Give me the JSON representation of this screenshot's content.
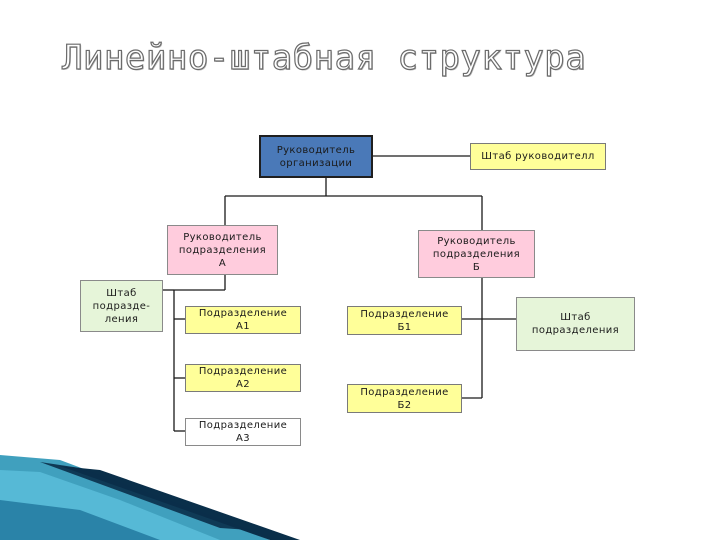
{
  "title": "Линейно-штабная структура",
  "nodes": {
    "org_head": "Руководитель\nорганизации",
    "head_staff": "Штаб руководителл",
    "div_head_a": "Руководитель\nподразделения\nА",
    "div_head_b": "Руководитель\nподразделения\nБ",
    "div_staff_left": "Штаб\nподразде-\nления",
    "div_staff_right": "Штаб\nподразделения",
    "unit_a1": "Подразделение\nА1",
    "unit_a2": "Подразделение\nА2",
    "unit_a3": "Подразделение\nА3",
    "unit_b1": "Подразделение\nБ1",
    "unit_b2": "Подразделение\nБ2"
  },
  "colors": {
    "org_head": "#4a79b8",
    "unit": "#ffff99",
    "div_head": "#ffccdd",
    "staff_green": "#e6f5d9",
    "decor_teal": "#1f8fb3"
  }
}
